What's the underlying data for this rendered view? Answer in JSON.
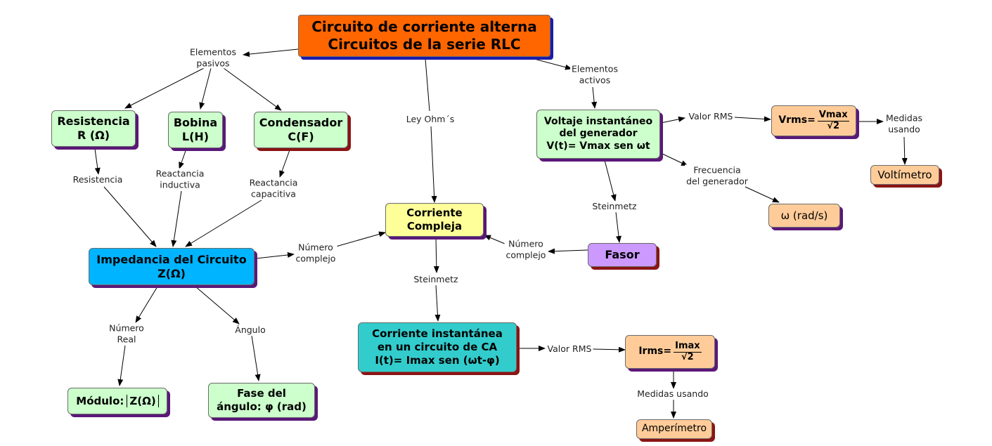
{
  "colors": {
    "main": "#ff6600",
    "green": "#ccffcc",
    "impedance": "#00b4ff",
    "current": "#ffff99",
    "instant": "#33cccc",
    "phasor": "#cc99ff",
    "rms": "#ffcc99"
  },
  "nodes": {
    "main": {
      "line1": "Circuito de corriente alterna",
      "line2": "Circuitos de la serie RLC"
    },
    "resistencia": {
      "line1": "Resistencia",
      "line2": "R (Ω)"
    },
    "bobina": {
      "line1": "Bobina",
      "line2": "L(H)"
    },
    "condensador": {
      "line1": "Condensador",
      "line2": "C(F)"
    },
    "voltaje": {
      "line1": "Voltaje instantáneo",
      "line2": "del generador",
      "line3": "V(t)= Vmax sen ωt"
    },
    "vrms": {
      "lhs": "Vrms=",
      "num": "Vmax",
      "den": "√2"
    },
    "voltimetro": {
      "label": "Voltímetro"
    },
    "omega": {
      "label": "ω (rad/s)"
    },
    "corriente": {
      "line1": "Corriente",
      "line2": "Compleja"
    },
    "impedancia": {
      "line1": "Impedancia del Circuito",
      "line2": "Z(Ω)"
    },
    "fasor": {
      "label": "Fasor"
    },
    "instantanea": {
      "line1": "Corriente instantánea",
      "line2": "en un circuito de CA",
      "line3": "I(t)= Imax sen (ωt-φ)"
    },
    "irms": {
      "lhs": "Irms=",
      "num": "Imax",
      "den": "√2"
    },
    "amperimetro": {
      "label": "Amperímetro"
    },
    "modulo": {
      "label": "Módulo:",
      "value": "Z(Ω)"
    },
    "fase": {
      "line1": "Fase del",
      "line2": "ángulo: φ (rad)"
    }
  },
  "links": {
    "elementos_pasivos": {
      "line1": "Elementos",
      "line2": "pasivos"
    },
    "elementos_activos": {
      "line1": "Elementos",
      "line2": "activos"
    },
    "ley_ohm": "Ley Ohm´s",
    "resistencia": "Resistencia",
    "reactancia_inductiva": {
      "line1": "Reactancia",
      "line2": "inductiva"
    },
    "reactancia_capacitiva": {
      "line1": "Reactancia",
      "line2": "capacitiva"
    },
    "valor_rms_v": "Valor RMS",
    "medidas_v": {
      "line1": "Medidas",
      "line2": "usando"
    },
    "frecuencia": {
      "line1": "Frecuencia",
      "line2": "del generador"
    },
    "steinmetz_v": "Steinmetz",
    "numero_complejo_fasor": {
      "line1": "Número",
      "line2": "complejo"
    },
    "numero_complejo_imp": {
      "line1": "Número",
      "line2": "complejo"
    },
    "steinmetz_i": "Steinmetz",
    "valor_rms_i": "Valor RMS",
    "medidas_i": "Medidas usando",
    "numero_real": {
      "line1": "Número",
      "line2": "Real"
    },
    "angulo": "Ángulo"
  }
}
